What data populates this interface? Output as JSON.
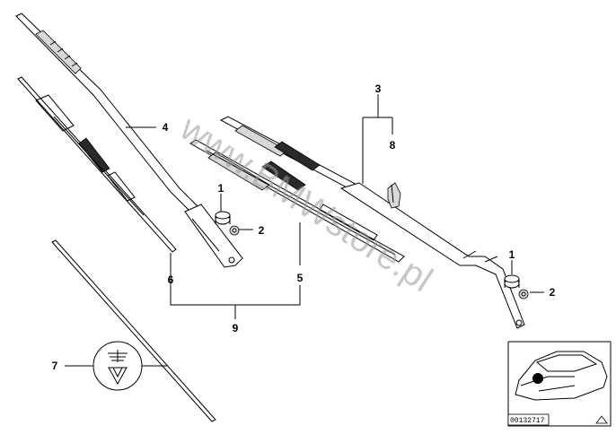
{
  "watermark": "www.BMWstore.pl",
  "callouts": {
    "c1a": "1",
    "c1b": "1",
    "c2a": "2",
    "c2b": "2",
    "c3": "3",
    "c4": "4",
    "c5": "5",
    "c6": "6",
    "c7": "7",
    "c8": "8",
    "c9": "9"
  },
  "document_number": "00132717",
  "colors": {
    "line": "#000000",
    "watermark": "#9a9a9a",
    "background": "#ffffff"
  },
  "icons": [
    "clip-symbol-icon",
    "car-thumbnail-icon",
    "triangle-icon"
  ]
}
